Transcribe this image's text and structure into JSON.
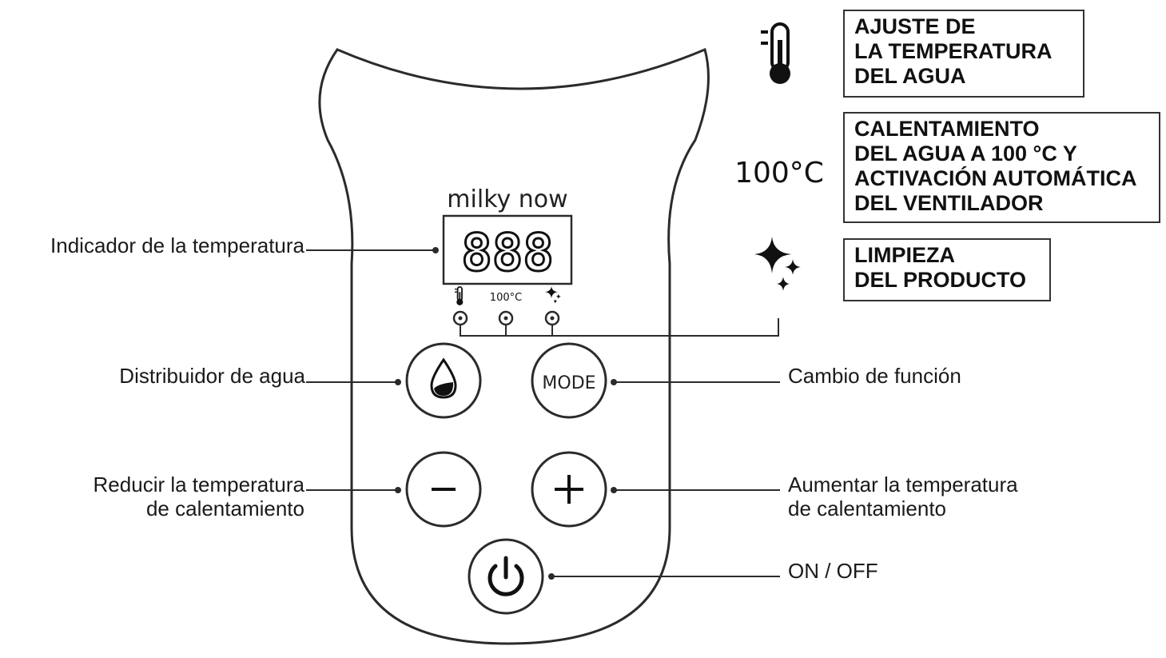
{
  "brand": "milky now",
  "display_value": "888",
  "buttons": {
    "mode": "MODE",
    "minus": "−",
    "plus": "+"
  },
  "indicators": {
    "boil_small": "100°C"
  },
  "callouts": {
    "temperature_indicator": "Indicador de la temperatura",
    "water_dispenser": "Distribuidor de agua",
    "reduce_line1": "Reducir la temperatura",
    "reduce_line2": "de calentamiento",
    "mode_change": "Cambio de función",
    "increase_line1": "Aumentar la temperatura",
    "increase_line2": "de calentamiento",
    "power": "ON / OFF"
  },
  "legend": {
    "water_temp": [
      "AJUSTE DE",
      "LA TEMPERATURA",
      "DEL AGUA"
    ],
    "boil": [
      "CALENTAMIENTO",
      "DEL AGUA A 100 °C Y",
      "ACTIVACIÓN AUTOMÁTICA",
      "DEL VENTILADOR"
    ],
    "boil_symbol": "100°C",
    "cleaning": [
      "LIMPIEZA",
      "DEL PRODUCTO"
    ]
  },
  "icons": [
    "thermometer-icon",
    "sparkle-icon",
    "water-drop-icon",
    "power-icon"
  ],
  "colors": {
    "outline": "#2b2b2b",
    "text": "#1a1a1a",
    "background": "#ffffff"
  }
}
